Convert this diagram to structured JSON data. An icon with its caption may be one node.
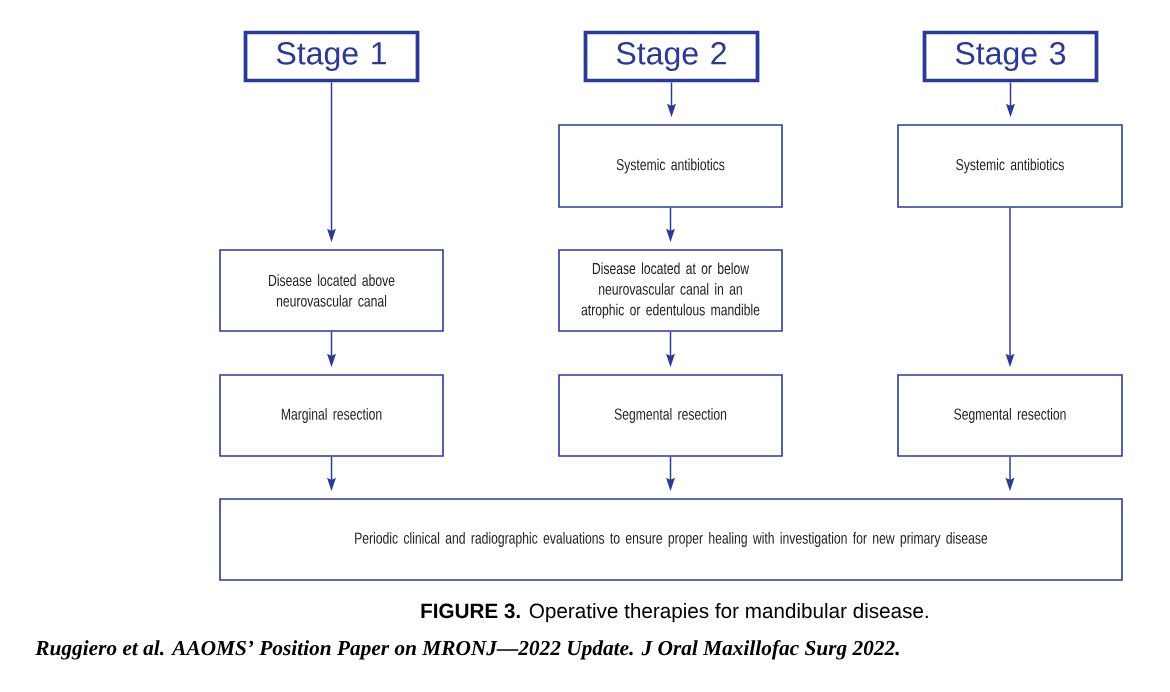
{
  "diagram": {
    "caption": "**FIGURE 3.** Operative therapies for mandibular disease.",
    "nodes": [
      {
        "text": [
          "Stage 1"
        ]
      },
      {
        "text": [
          "Stage 2"
        ]
      },
      {
        "text": [
          "Stage 3"
        ]
      },
      {
        "text": [
          "Systemic antibiotics"
        ]
      },
      {
        "text": [
          "Systemic antibiotics"
        ]
      },
      {
        "text": [
          "Disease located above neurovascular canal"
        ]
      },
      {
        "text": [
          "Disease located at or below neurovascular canal in an atrophic or edentulous mandible"
        ]
      },
      {
        "text": [
          "Marginal resection"
        ]
      },
      {
        "text": [
          "Segmental resection"
        ]
      },
      {
        "text": [
          "Segmental resection"
        ]
      },
      {
        "text": [
          "Periodic clinical and radiographic evaluations to ensure proper healing with investigation for new primary disease"
        ]
      }
    ],
    "edges": [
      {
        "from": 0,
        "to": 5,
        "arrow": "to"
      },
      {
        "from": 1,
        "to": 3,
        "arrow": "to"
      },
      {
        "from": 2,
        "to": 4,
        "arrow": "to"
      },
      {
        "from": 3,
        "to": 6,
        "arrow": "to"
      },
      {
        "from": 4,
        "to": 9,
        "arrow": "to"
      },
      {
        "from": 5,
        "to": 7,
        "arrow": "to"
      },
      {
        "from": 6,
        "to": 8,
        "arrow": "to"
      },
      {
        "from": 7,
        "to": 10,
        "arrow": "to"
      },
      {
        "from": 8,
        "to": 10,
        "arrow": "to"
      },
      {
        "from": 9,
        "to": 10,
        "arrow": "to"
      }
    ],
    "labels": [
      "Ruggiero et al. AAOMS’ Position Paper on MRONJ—2022 Update. J Oral Maxillofac Surg 2022."
    ]
  }
}
